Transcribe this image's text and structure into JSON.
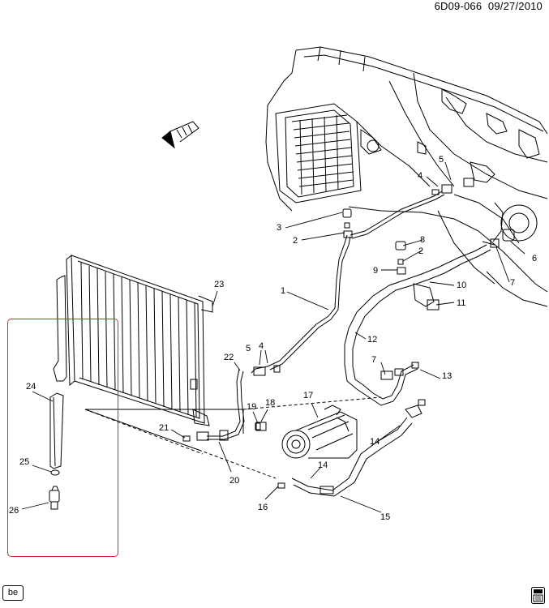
{
  "header": {
    "code": "6D09-066",
    "date": "09/27/2010"
  },
  "badge": {
    "label": "be"
  },
  "icons": {
    "forward_arrow": "forward-arrow-icon",
    "book": "manual-book-icon"
  },
  "selection": {
    "color": "#d9262c"
  },
  "callouts": [
    "1",
    "2",
    "2",
    "3",
    "4",
    "4",
    "5",
    "5",
    "6",
    "7",
    "7",
    "8",
    "9",
    "10",
    "11",
    "12",
    "13",
    "14",
    "14",
    "15",
    "16",
    "17",
    "18",
    "19",
    "20",
    "21",
    "22",
    "23",
    "24",
    "25",
    "26"
  ]
}
